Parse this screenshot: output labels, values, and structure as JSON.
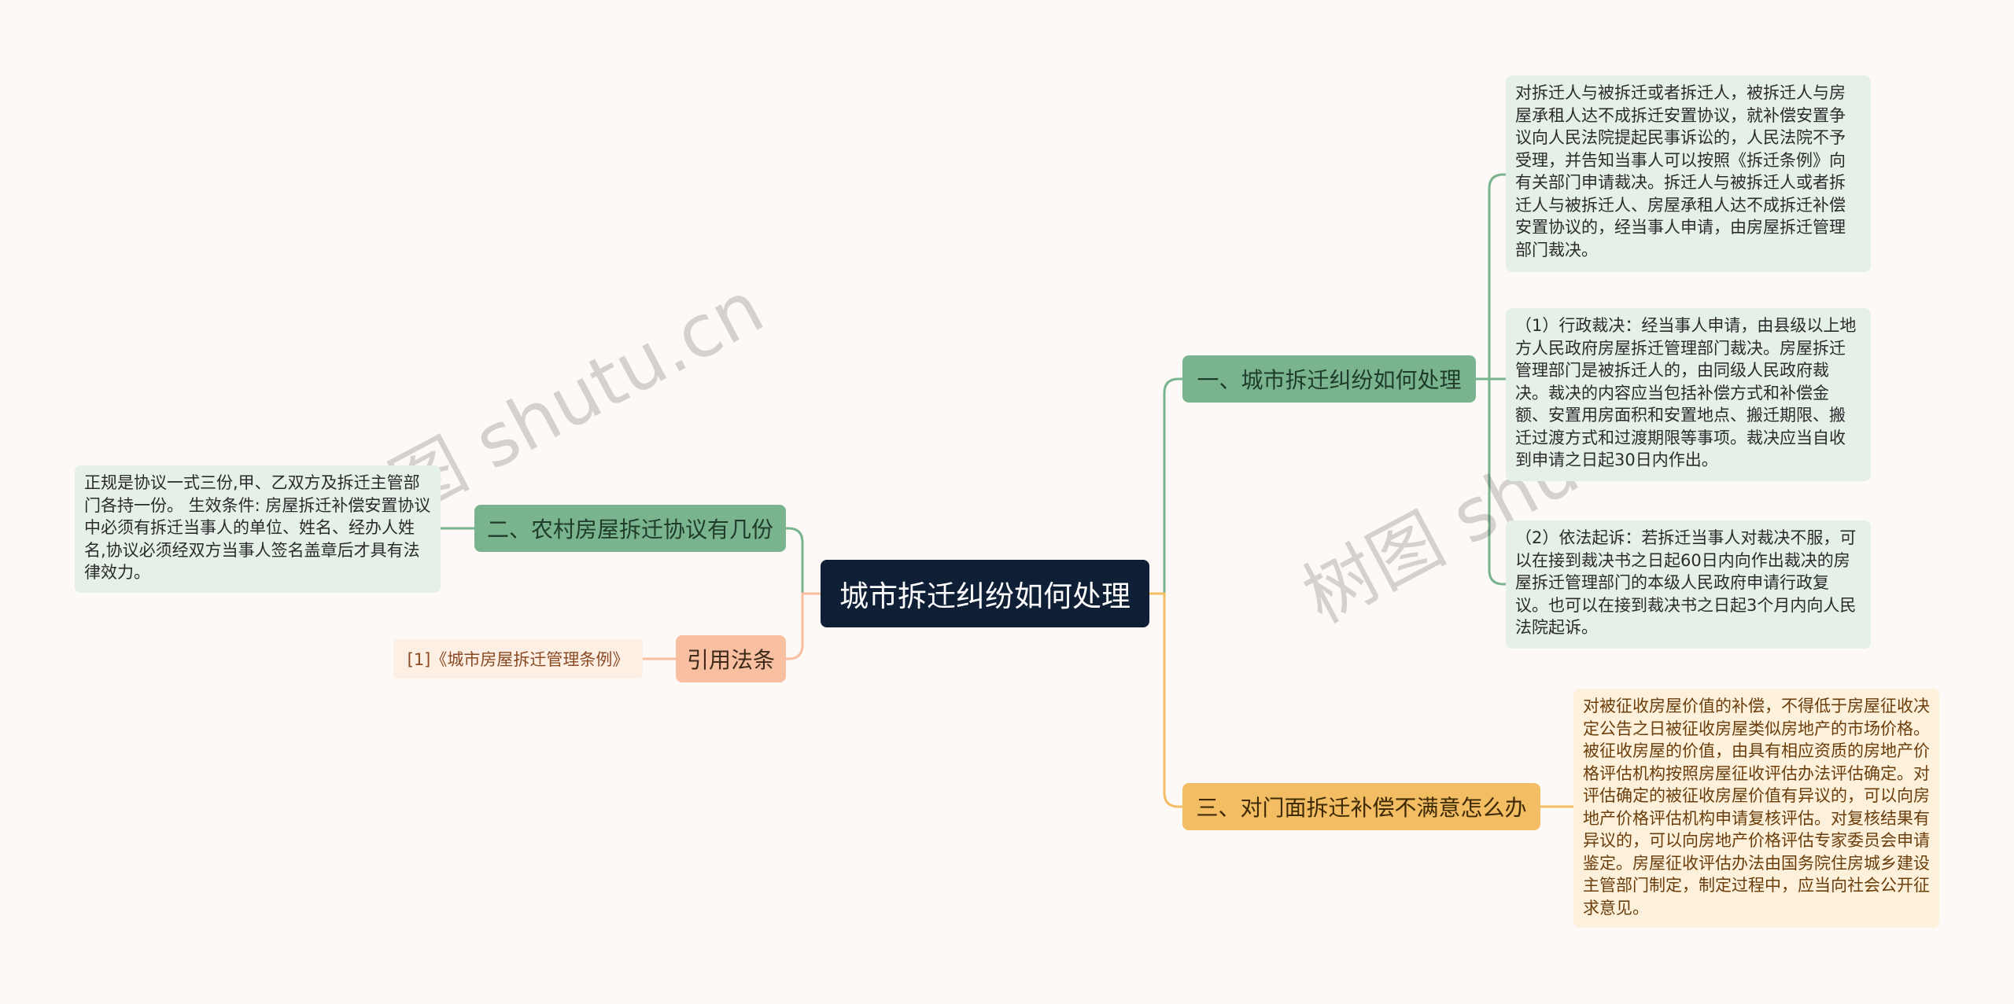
{
  "root": {
    "label": "城市拆迁纠纷如何处理"
  },
  "branches": [
    {
      "label": "一、城市拆迁纠纷如何处理",
      "leaves": [
        "对拆迁人与被拆迁或者拆迁人，被拆迁人与房屋承租人达不成拆迁安置协议，就补偿安置争议向人民法院提起民事诉讼的，人民法院不予受理，并告知当事人可以按照《拆迁条例》向有关部门申请裁决。拆迁人与被拆迁人或者拆迁人与被拆迁人、房屋承租人达不成拆迁补偿安置协议的，经当事人申请，由房屋拆迁管理部门裁决。",
        "（1）行政裁决：经当事人申请，由县级以上地方人民政府房屋拆迁管理部门裁决。房屋拆迁管理部门是被拆迁人的，由同级人民政府裁决。裁决的内容应当包括补偿方式和补偿金额、安置用房面积和安置地点、搬迁期限、搬迁过渡方式和过渡期限等事项。裁决应当自收到申请之日起30日内作出。",
        "（2）依法起诉：若拆迁当事人对裁决不服，可以在接到裁决书之日起60日内向作出裁决的房屋拆迁管理部门的本级人民政府申请行政复议。也可以在接到裁决书之日起3个月内向人民法院起诉。"
      ]
    },
    {
      "label": "二、农村房屋拆迁协议有几份",
      "leaves": [
        "正规是协议一式三份,甲、乙双方及拆迁主管部门各持一份。 生效条件: 房屋拆迁补偿安置协议中必须有拆迁当事人的单位、姓名、经办人姓名,协议必须经双方当事人签名盖章后才具有法律效力。"
      ]
    },
    {
      "label": "引用法条",
      "leaves": [
        "[1]《城市房屋拆迁管理条例》"
      ]
    },
    {
      "label": "三、对门面拆迁补偿不满意怎么办",
      "leaves": [
        "对被征收房屋价值的补偿，不得低于房屋征收决定公告之日被征收房屋类似房地产的市场价格。被征收房屋的价值，由具有相应资质的房地产价格评估机构按照房屋征收评估办法评估确定。对评估确定的被征收房屋价值有异议的，可以向房地产价格评估机构申请复核评估。对复核结果有异议的，可以向房地产价格评估专家委员会申请鉴定。房屋征收评估办法由国务院住房城乡建设主管部门制定，制定过程中，应当向社会公开征求意见。"
      ]
    }
  ],
  "watermark": "树图 shutu.cn",
  "colors": {
    "root": "#0f1f36",
    "green": "#7ab48f",
    "orange": "#f3bd63",
    "peach": "#f9bfa1"
  }
}
